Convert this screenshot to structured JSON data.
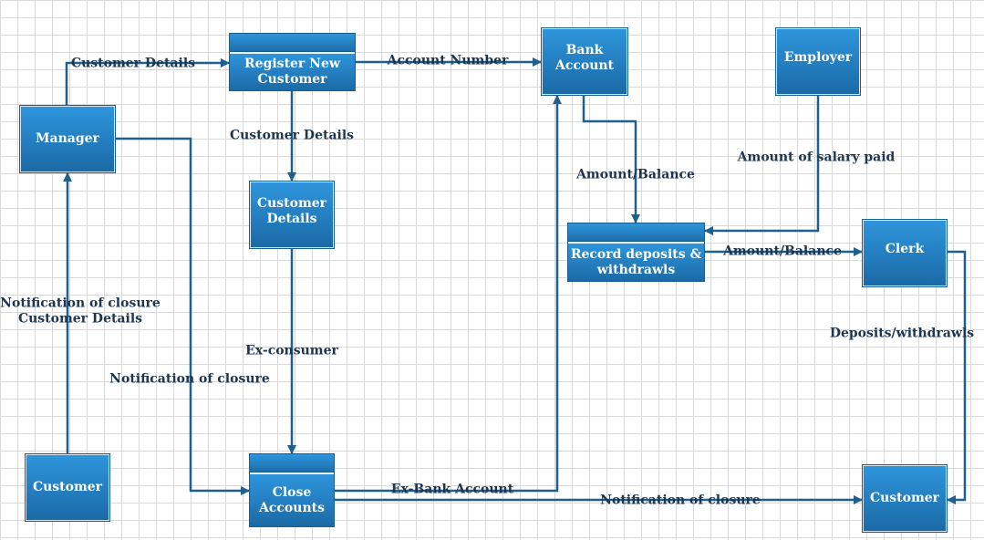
{
  "colors": {
    "box_top": "#2e95dc",
    "box_bottom": "#1b6aa6",
    "line": "#1f5f8b",
    "label": "#1d3550"
  },
  "nodes": {
    "register": "Register New Customer",
    "bank_account": "Bank Account",
    "employer": "Employer",
    "manager": "Manager",
    "customer_details": "Customer Details",
    "record": "Record deposits & withdrawls",
    "clerk": "Clerk",
    "customer_left": "Customer",
    "close_accounts": "Close Accounts",
    "customer_right": "Customer"
  },
  "edges": {
    "manager_to_register": "Customer Details",
    "register_to_bank": "Account Number",
    "register_to_details": "Customer Details",
    "manager_to_close": "Notification of closure",
    "customer_to_manager_1": "Notification of closure",
    "customer_to_manager_2": "Customer Details",
    "details_to_close": "Ex-consumer",
    "close_to_bank": "Ex-Bank Account",
    "close_to_customer": "Notification of closure",
    "bank_to_record": "Amount/Balance",
    "employer_to_record": "Amount of salary paid",
    "record_to_clerk": "Amount/Balance",
    "clerk_to_customer": "Deposits/withdrawls"
  }
}
